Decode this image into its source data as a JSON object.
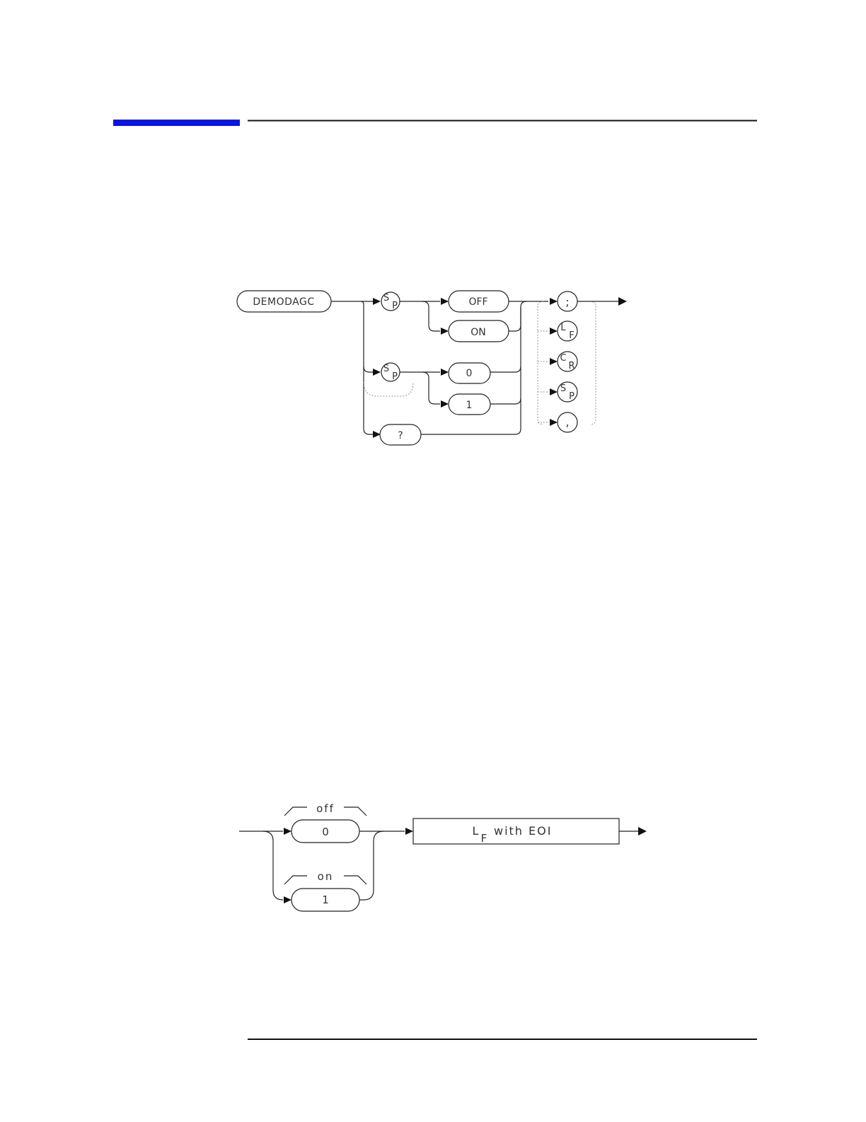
{
  "header": {
    "accent_color": "#0a14e6",
    "rule_color": "#111111"
  },
  "syntax_diagram": {
    "command": "DEMODAGC",
    "sp_symbol": {
      "main": "S",
      "sub": "P"
    },
    "state_options": [
      "OFF",
      "ON"
    ],
    "numeric_options": [
      "0",
      "1"
    ],
    "query": "?",
    "terminators": [
      {
        "main": ";",
        "sub": ""
      },
      {
        "main": "L",
        "sub": "F"
      },
      {
        "main": "C",
        "sub": "R"
      },
      {
        "main": "S",
        "sub": "P"
      },
      {
        "main": ",",
        "sub": ""
      }
    ]
  },
  "query_response": {
    "off_label": "off",
    "off_value": "0",
    "on_label": "on",
    "on_value": "1",
    "lf_main": "L",
    "lf_sub": "F",
    "lf_suffix": "with EOI"
  }
}
